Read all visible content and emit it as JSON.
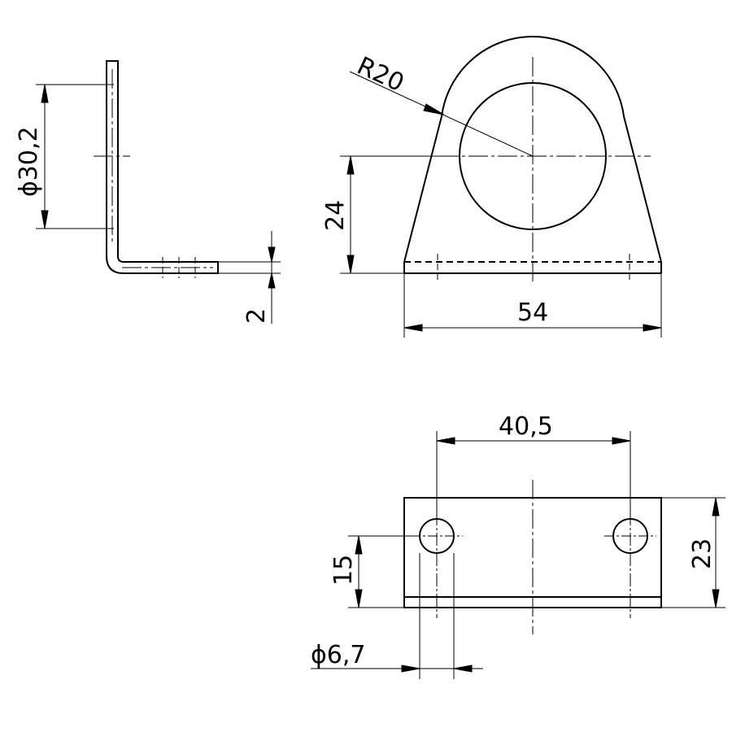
{
  "dimensions": {
    "diameter_30_2": "ϕ30,2",
    "thickness_2": "2",
    "radius_20": "R20",
    "height_24": "24",
    "width_54": "54",
    "spacing_40_5": "40,5",
    "height_23": "23",
    "height_15": "15",
    "hole_diameter_6_7": "ϕ6,7"
  },
  "colors": {
    "line": "#000000",
    "background": "#ffffff"
  }
}
